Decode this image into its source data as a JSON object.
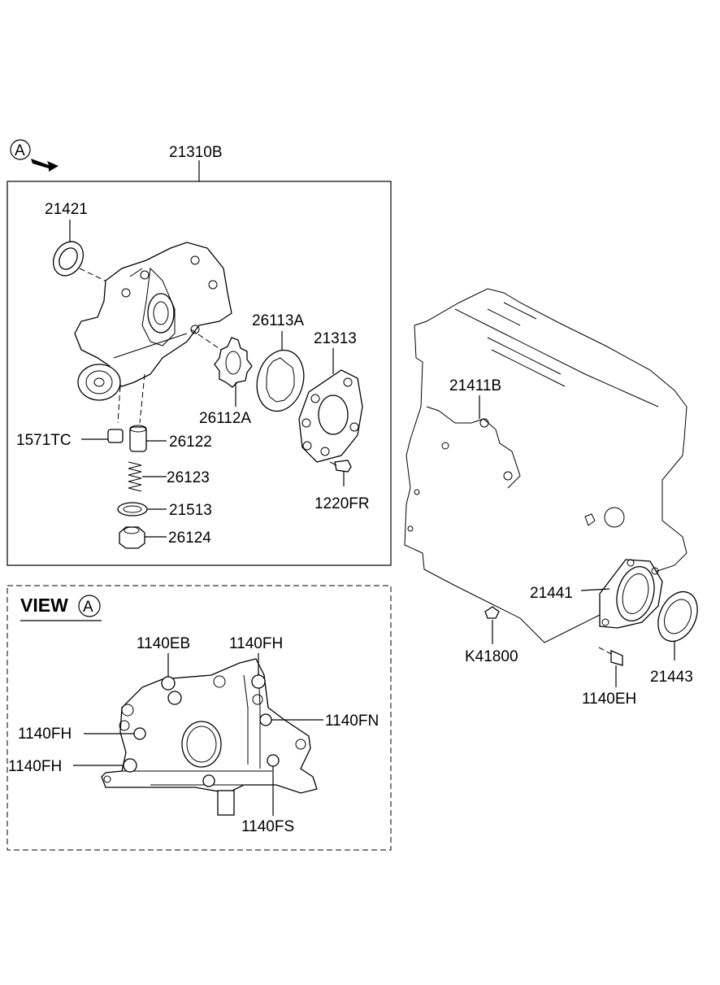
{
  "view_marker": "A",
  "view_title": "VIEW",
  "parts": {
    "p21310B": "21310B",
    "p21421": "21421",
    "p26113A": "26113A",
    "p21313": "21313",
    "p26112A": "26112A",
    "p1571TC": "1571TC",
    "p26122": "26122",
    "p26123": "26123",
    "p21513": "21513",
    "p26124": "26124",
    "p1220FR": "1220FR",
    "p21411B": "21411B",
    "p21441": "21441",
    "pK41800": "K41800",
    "p21443": "21443",
    "p1140EH": "1140EH",
    "p1140EB": "1140EB",
    "p1140FH_top": "1140FH",
    "p1140FN": "1140FN",
    "p1140FH_mid": "1140FH",
    "p1140FH_low": "1140FH",
    "p1140FS": "1140FS"
  }
}
